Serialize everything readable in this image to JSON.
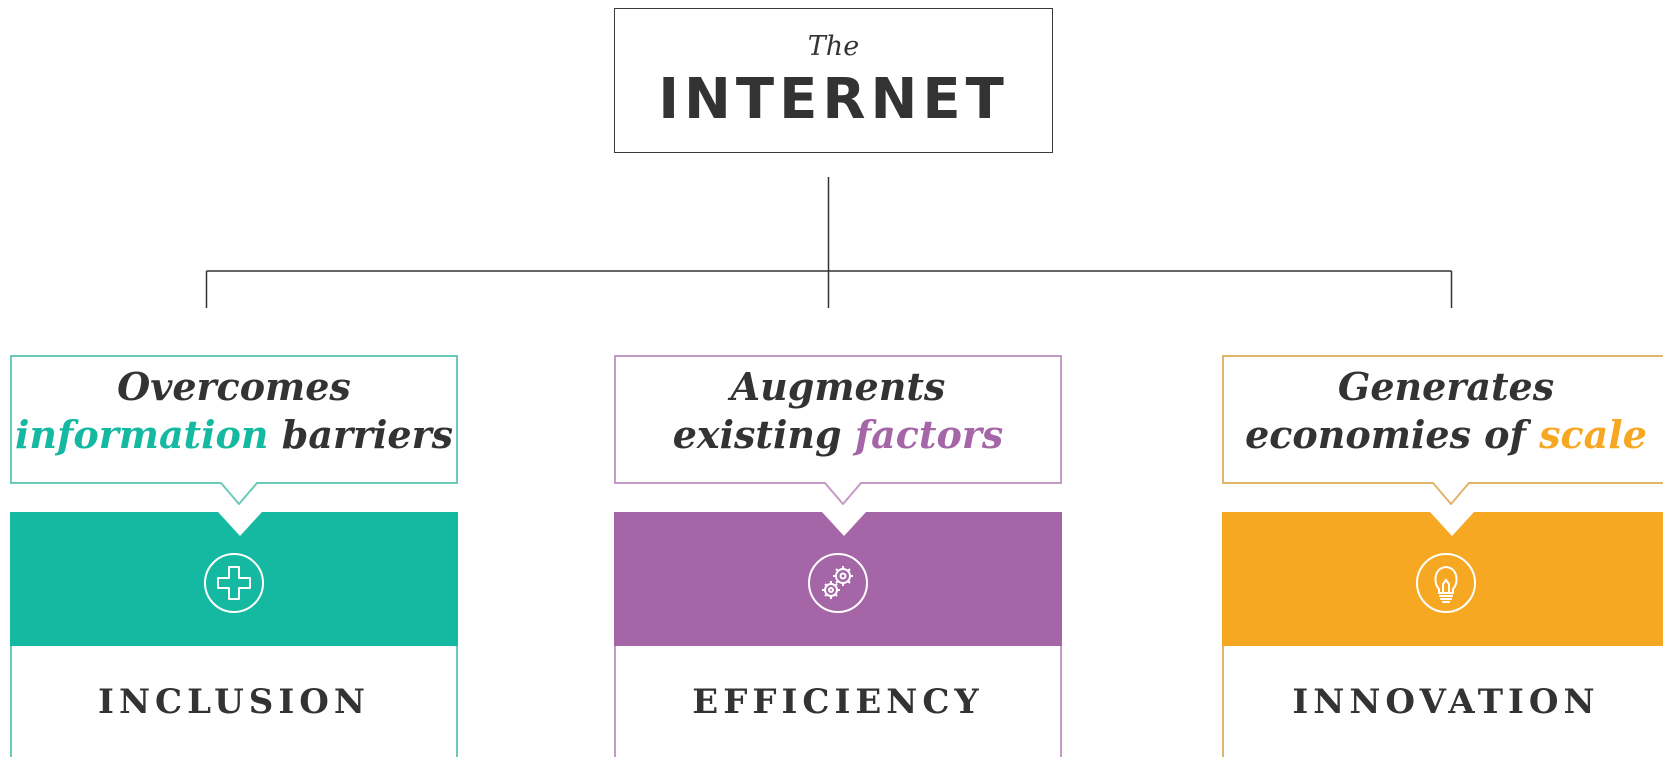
{
  "root": {
    "pre": "The",
    "title": "INTERNET"
  },
  "branches": [
    {
      "line1": "Overcomes",
      "line2_accent": "information",
      "line2_rest": " barriers",
      "label": "INCLUSION",
      "icon": "plus-icon",
      "color": "#15b9a1",
      "border": "#6ccabb"
    },
    {
      "line1": "Augments",
      "line2_rest": "existing ",
      "line2_accent": "factors",
      "label": "EFFICIENCY",
      "icon": "gears-icon",
      "color": "#a566a8",
      "border": "#c49bc6"
    },
    {
      "line1": "Generates",
      "line2_rest": "economies of ",
      "line2_accent": "scale",
      "label": "INNOVATION",
      "icon": "lightbulb-icon",
      "color": "#f7a823",
      "border": "#e2b36b"
    }
  ]
}
